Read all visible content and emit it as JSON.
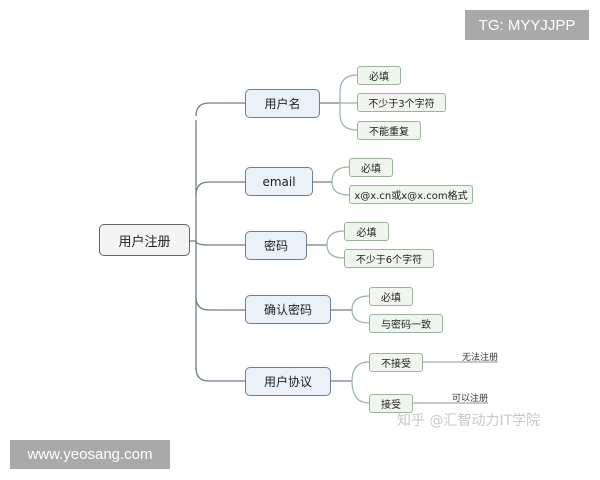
{
  "root": {
    "label": "用户注册"
  },
  "branches": [
    {
      "label": "用户名",
      "children": [
        "必填",
        "不少于3个字符",
        "不能重复"
      ]
    },
    {
      "label": "email",
      "children": [
        "必填",
        "x@x.cn或x@x.com格式"
      ]
    },
    {
      "label": "密码",
      "children": [
        "必填",
        "不少于6个字符"
      ]
    },
    {
      "label": "确认密码",
      "children": [
        "必填",
        "与密码一致"
      ]
    },
    {
      "label": "用户协议",
      "children": [
        "不接受",
        "接受"
      ],
      "notes": [
        "无法注册",
        "可以注册"
      ]
    }
  ],
  "overlays": {
    "top_right_badge": "TG: MYYJJPP",
    "bottom_left_badge": "www.yeosang.com",
    "watermark": "知乎 @汇智动力IT学院"
  },
  "colors": {
    "main_line": "#6c7f91",
    "leaf_line": "#9ab59a",
    "main_fill": "#eaf1f8",
    "leaf_fill": "#eef6ee",
    "badge_bg": "#a9a9a9"
  }
}
